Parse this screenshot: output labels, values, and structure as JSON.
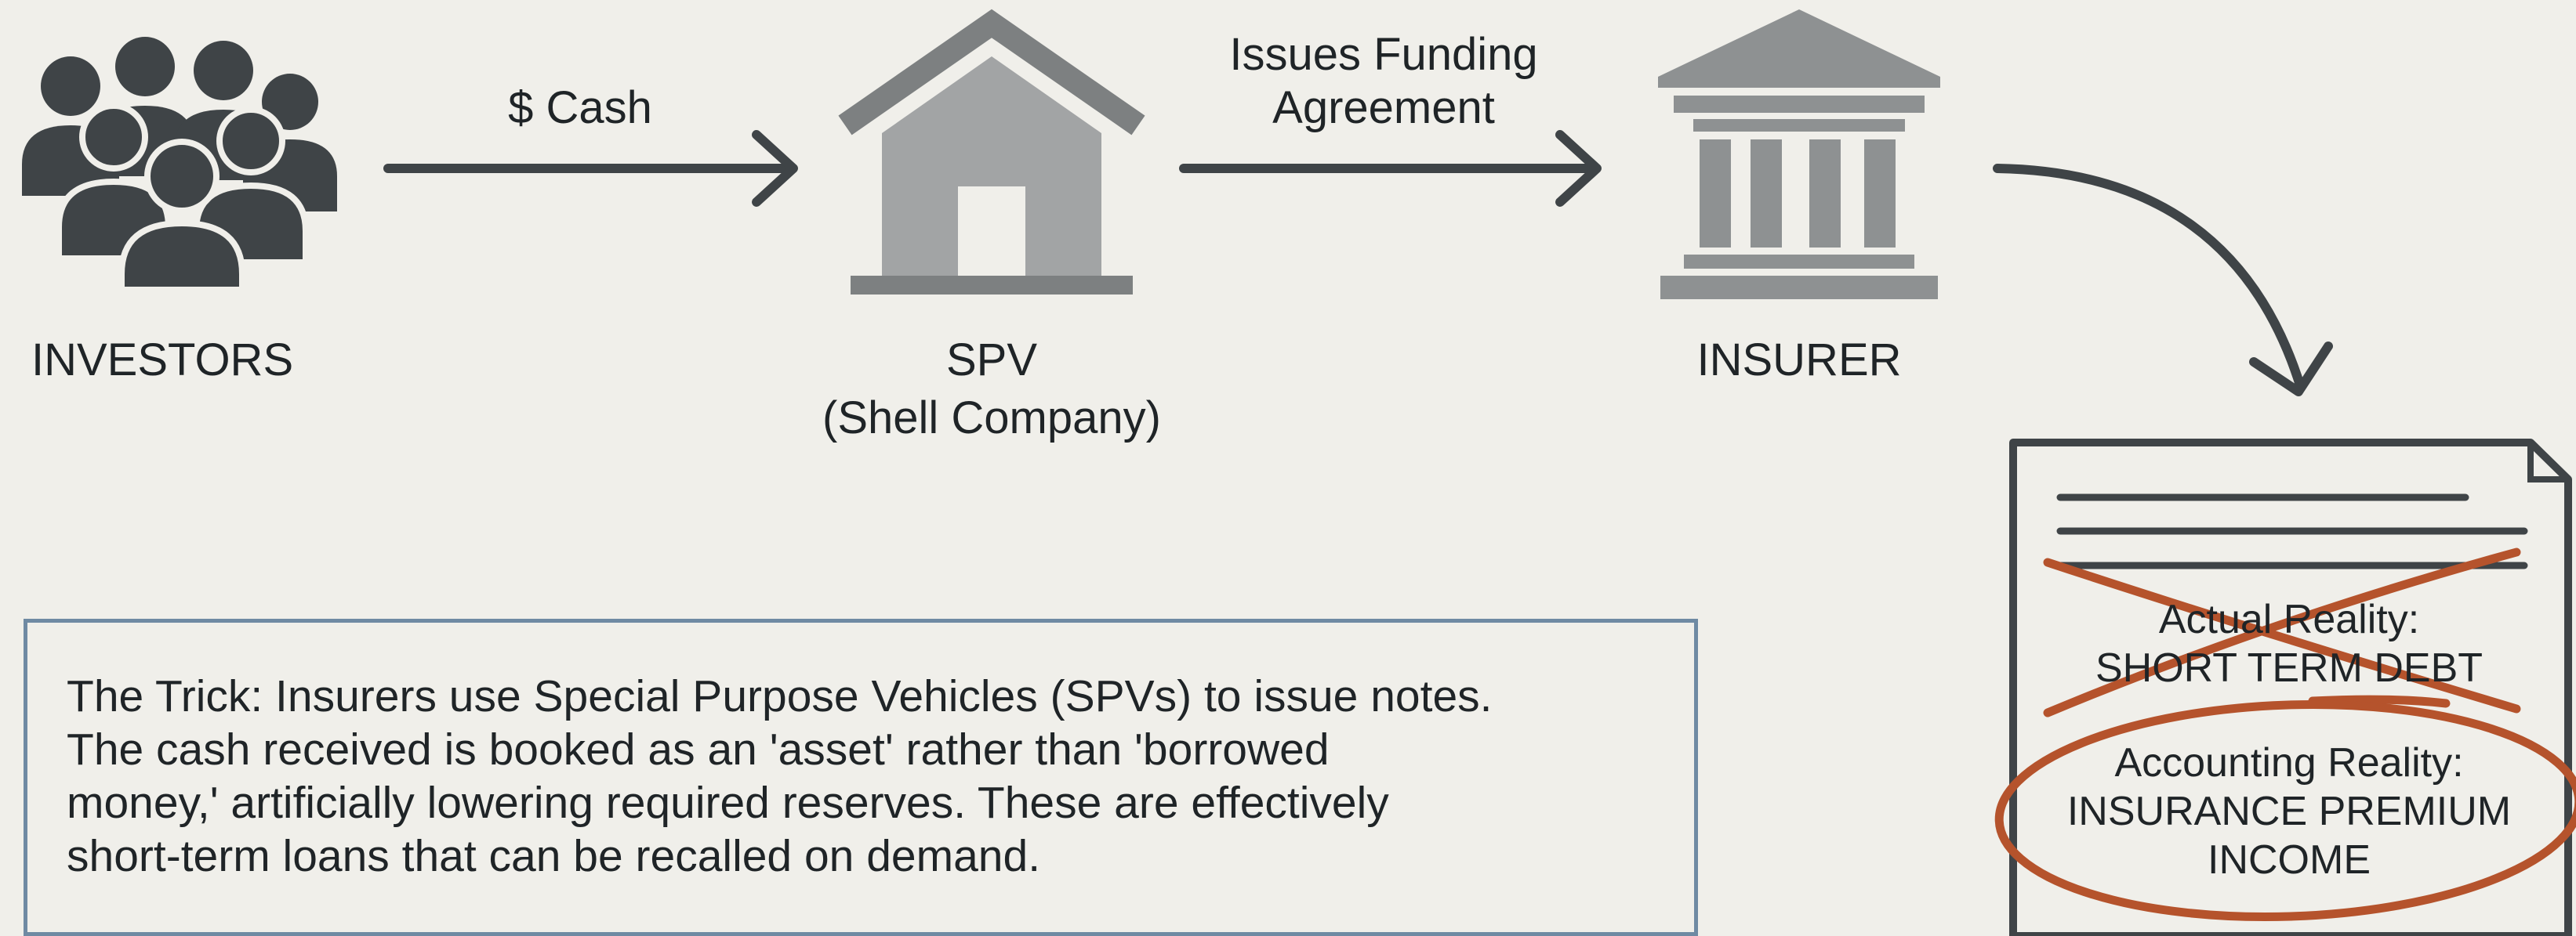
{
  "flow": {
    "investors_label": "INVESTORS",
    "cash_label": "$ Cash",
    "spv_label": "SPV",
    "spv_sublabel": "(Shell Company)",
    "funding_line1": "Issues Funding",
    "funding_line2": "Agreement",
    "insurer_label": "INSURER"
  },
  "document": {
    "actual_label": "Actual Reality:",
    "actual_value": "SHORT TERM DEBT",
    "accounting_label": "Accounting Reality:",
    "accounting_value_line1": "INSURANCE PREMIUM",
    "accounting_value_line2": "INCOME"
  },
  "callout": {
    "line1": "The Trick: Insurers use Special Purpose Vehicles (SPVs) to issue notes.",
    "line2": "The cash received is booked as an 'asset' rather than 'borrowed",
    "line3": "money,' artificially lowering required reserves. These are effectively",
    "line4": "short-term loans that can be recalled on demand."
  },
  "colors": {
    "background": "#f0efea",
    "icon_dark": "#3f4447",
    "icon_gray": "#8e9192",
    "callout_border": "#6f8aa3",
    "strike_red": "#b5532c"
  }
}
